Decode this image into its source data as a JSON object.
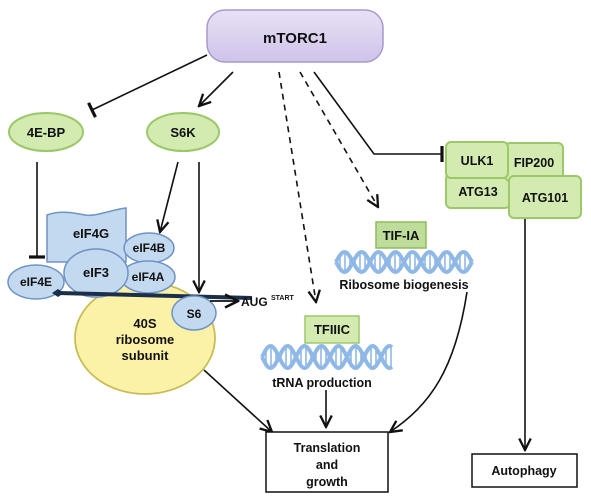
{
  "nodes": {
    "mtorc1": "mTORC1",
    "bp4e": "4E-BP",
    "s6k": "S6K",
    "eif4g": "eIF4G",
    "eif4b": "eIF4B",
    "eif3": "eIF3",
    "eif4a": "eIF4A",
    "eif4e": "eIF4E",
    "s6": "S6",
    "ribosome": [
      "40S",
      "ribosome",
      "subunit"
    ],
    "aug": "AUG",
    "aug_sup": "START",
    "tif_ia": "TIF-IA",
    "ribosome_biogenesis": "Ribosome biogenesis",
    "tfiiic": "TFIIIC",
    "trna_production": "tRNA production",
    "ulk1": "ULK1",
    "fip200": "FIP200",
    "atg13": "ATG13",
    "atg101": "ATG101",
    "translation": [
      "Translation",
      "and",
      "growth"
    ],
    "autophagy": "Autophagy"
  },
  "colors": {
    "mtorc1_fill": "#dcd3ee",
    "mtorc1_stroke": "#a898cf",
    "green_fill": "#d3eab0",
    "green_stroke": "#9cc869",
    "blue_fill": "#c3d9f0",
    "blue_stroke": "#6f93c4",
    "ribosome_fill": "#fbf1a7",
    "ribosome_stroke": "#c8bd55",
    "tif_fill": "#bedc9a",
    "dna": "#8fb8e6",
    "mrna": "#1b2f4a"
  }
}
